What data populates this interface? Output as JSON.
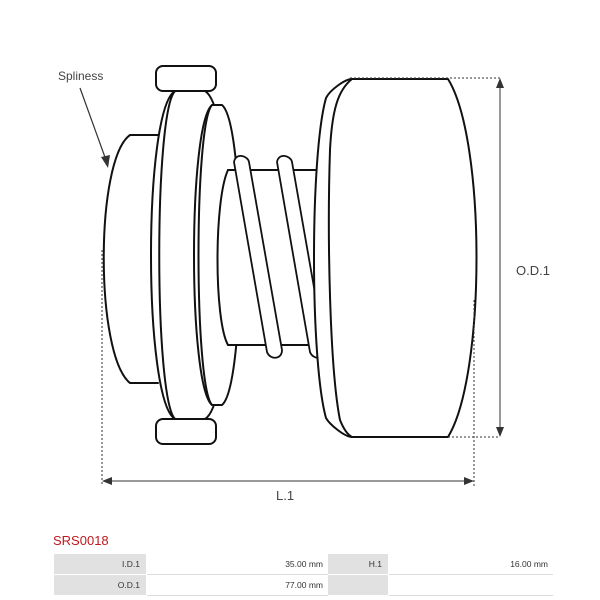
{
  "diagram": {
    "label_spliness": "Spliness",
    "label_od": "O.D.1",
    "label_length": "L.1"
  },
  "product": {
    "code": "SRS0018",
    "code_color": "#c0171f"
  },
  "specs": {
    "rows": [
      {
        "k1": "I.D.1",
        "v1": "35.00 mm",
        "k2": "H.1",
        "v2": "16.00 mm"
      },
      {
        "k1": "O.D.1",
        "v1": "77.00  mm",
        "k2": "",
        "v2": ""
      }
    ]
  }
}
